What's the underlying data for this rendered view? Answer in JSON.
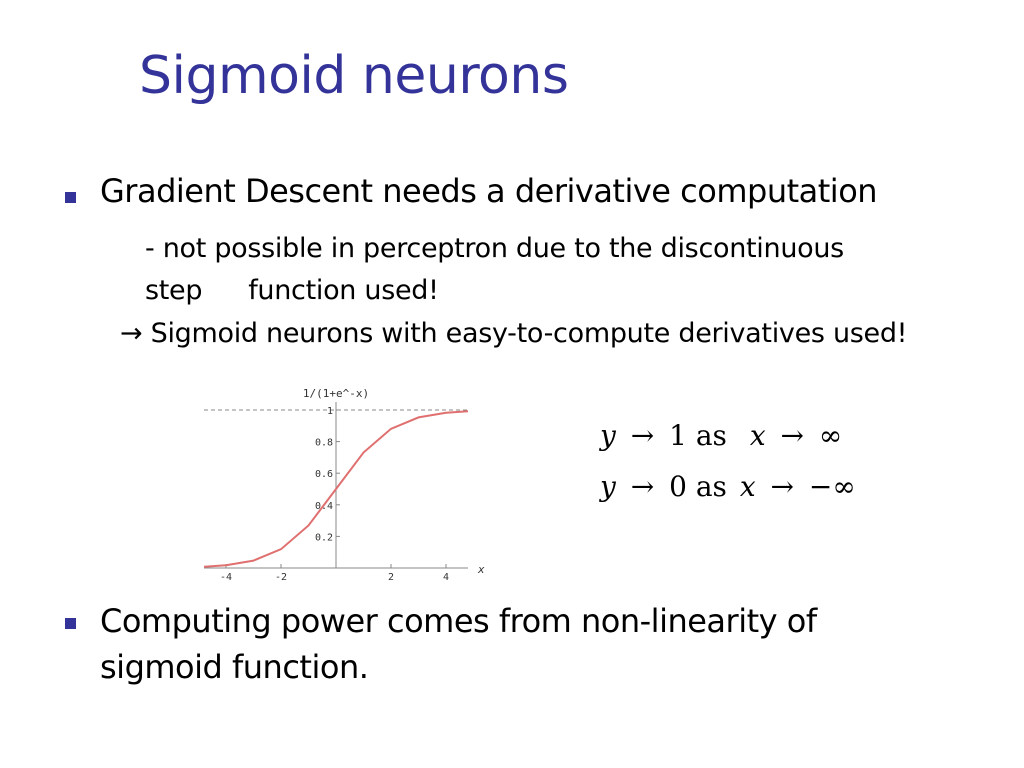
{
  "slide": {
    "title": "Sigmoid neurons",
    "bullet1": "Gradient Descent needs a derivative computation",
    "sub_line1": "- not possible in perceptron due to the discontinuous",
    "sub_line2a": "step",
    "sub_line2b": "function used!",
    "arrow_glyph": "→",
    "arrow_text": "Sigmoid neurons with easy-to-compute derivatives used!",
    "bullet2_line1": "Computing power comes from non-linearity of",
    "bullet2_line2": "sigmoid function."
  },
  "formulas": {
    "f1": {
      "y": "y",
      "arrow": "→",
      "value": "1",
      "as": "as",
      "x": "x",
      "target": "∞"
    },
    "f2": {
      "y": "y",
      "arrow": "→",
      "value": "0",
      "as": "as",
      "x": "x",
      "target": "−∞"
    }
  },
  "colors": {
    "title": "#333399",
    "bullet": "#333399",
    "curve": "#e07070",
    "axis": "#888888"
  },
  "chart_data": {
    "type": "line",
    "title": "1/(1+e^-x)",
    "xlabel": "x",
    "xlim": [
      -4.8,
      4.8
    ],
    "ylim": [
      0,
      1
    ],
    "xticks": [
      -4,
      -2,
      2,
      4
    ],
    "xtick_labels": [
      "-4",
      "-2",
      "2",
      "4"
    ],
    "yticks": [
      0.2,
      0.4,
      0.6,
      0.8,
      1
    ],
    "ytick_labels": [
      "0.2",
      "0.4",
      "0.6",
      "0.8",
      "1"
    ],
    "series": [
      {
        "x": [
          -4.8,
          -4,
          -3,
          -2,
          -1,
          0,
          1,
          2,
          3,
          4,
          4.8
        ],
        "y": [
          0.008,
          0.018,
          0.047,
          0.119,
          0.269,
          0.5,
          0.731,
          0.881,
          0.953,
          0.982,
          0.992
        ]
      }
    ],
    "reference_line": 1,
    "grid": false
  }
}
